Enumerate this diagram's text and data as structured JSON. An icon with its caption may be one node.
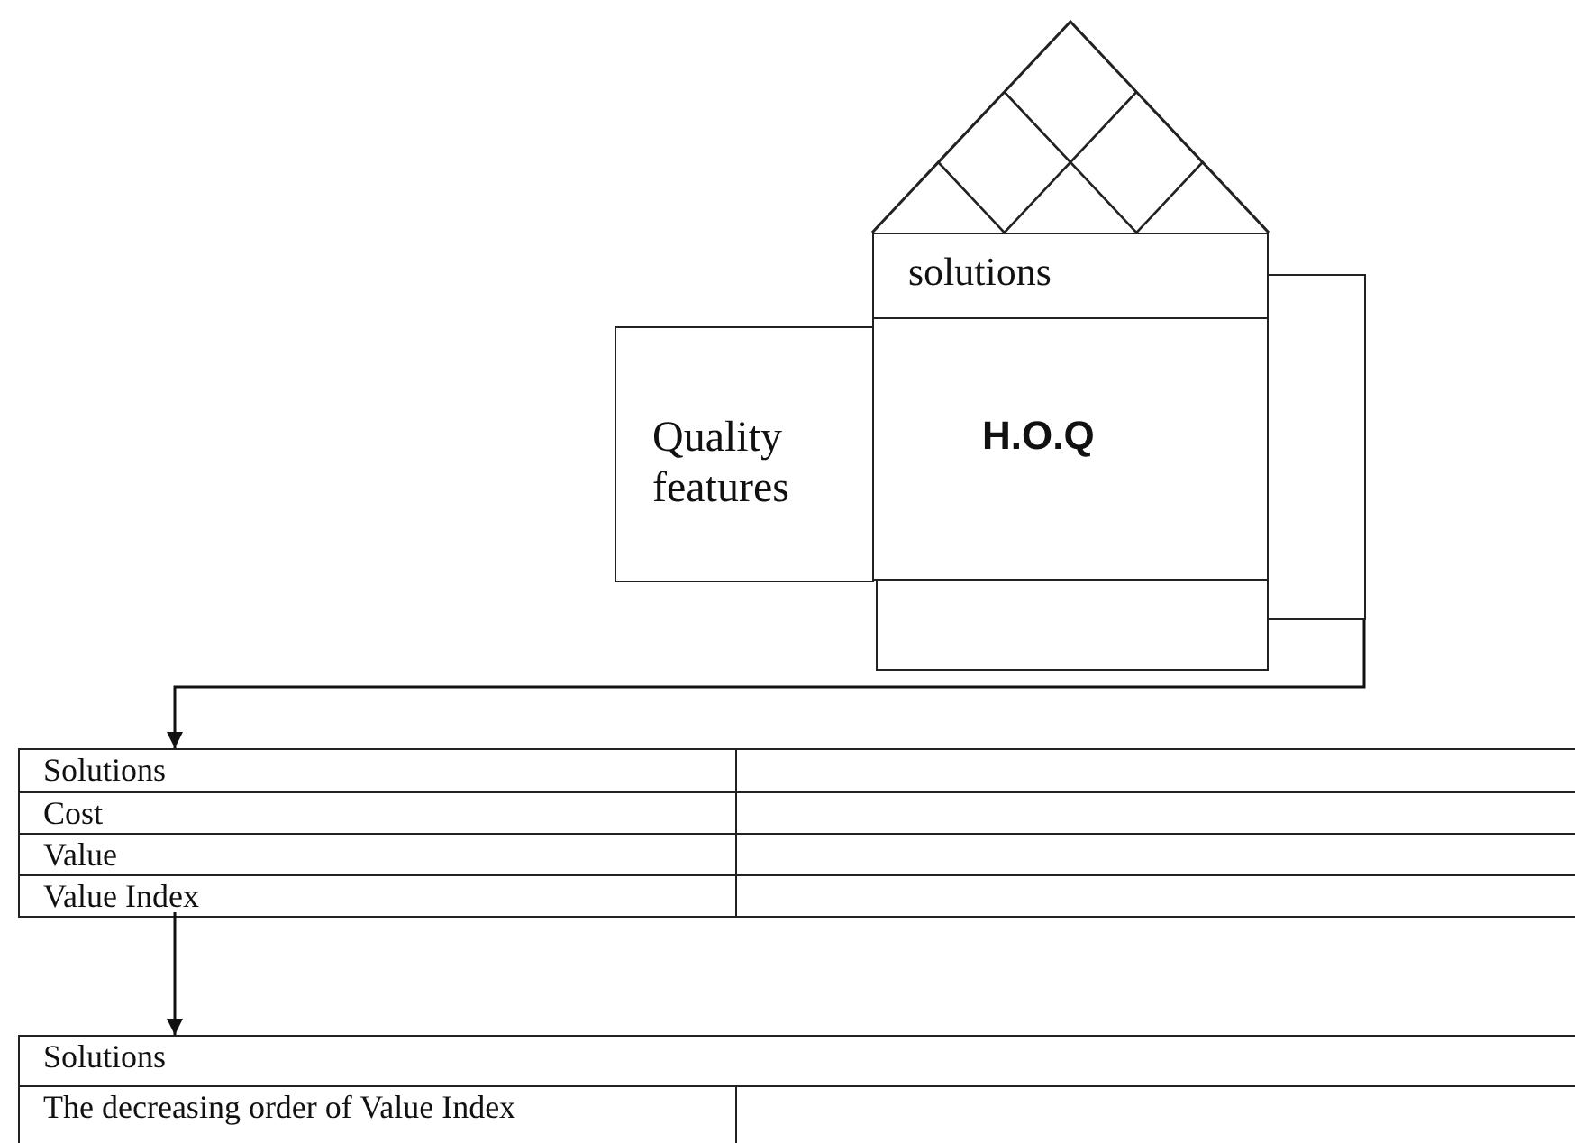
{
  "diagram": {
    "nodes": [
      {
        "text": [],
        "shape": "triangle"
      },
      {
        "text": [
          "solutions"
        ]
      },
      {
        "text": [
          "H.O.Q"
        ]
      },
      {
        "text": [
          "Quality features"
        ]
      },
      {
        "text": [],
        "shape": "box"
      },
      {
        "text": [],
        "shape": "box"
      },
      {
        "text": [
          "Solutions",
          "Cost",
          "Value",
          "Value Index"
        ]
      },
      {
        "text": [
          "Solutions",
          "The decreasing order of Value Index"
        ]
      }
    ],
    "edges": [
      {
        "from": 5,
        "to": 6,
        "arrow": "to"
      },
      {
        "from": 6,
        "to": 7,
        "arrow": "to"
      }
    ]
  }
}
